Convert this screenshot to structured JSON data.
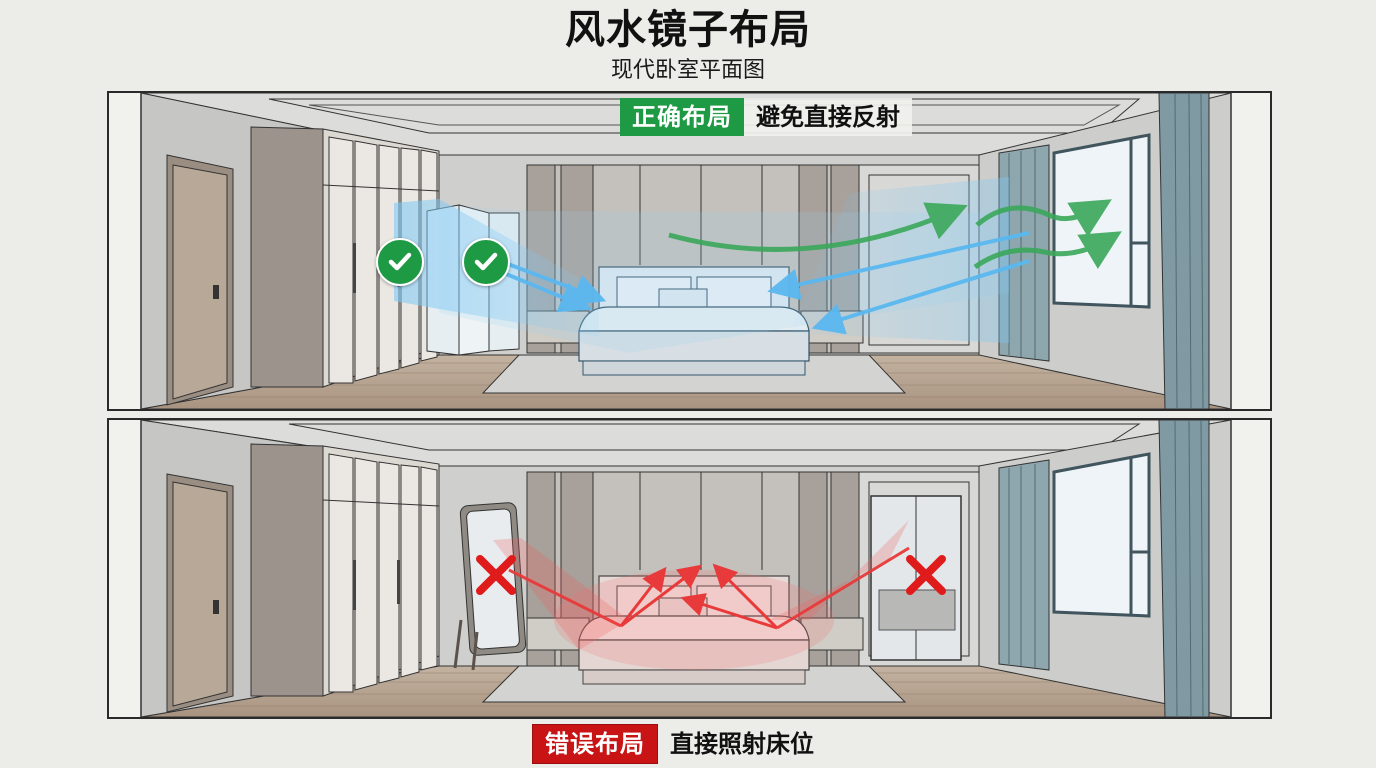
{
  "header": {
    "title": "风水镜子布局",
    "subtitle": "现代卧室平面图"
  },
  "panels": [
    {
      "id": "correct",
      "badge_label": "正确布局",
      "caption": "避免直接反射",
      "badge_color": "#1f9a44",
      "marks": [
        {
          "type": "check-icon",
          "note": "wardrobe mirror"
        },
        {
          "type": "check-icon",
          "note": "folding screen mirror"
        }
      ],
      "ray_color": "#5ab8f0",
      "flow_color": "#3aa85a"
    },
    {
      "id": "incorrect",
      "badge_label": "错误布局",
      "caption": "直接照射床位",
      "badge_color": "#c81414",
      "marks": [
        {
          "type": "cross-icon",
          "note": "standing floor mirror"
        },
        {
          "type": "cross-icon",
          "note": "wardrobe mirror door"
        }
      ],
      "ray_color": "#e83a3a"
    }
  ],
  "colors": {
    "background": "#ecece8",
    "wall": "#c9c9c7",
    "wood_panel": "#a8a09a",
    "floor": "#b29f8c",
    "curtain": "#7f9aa3"
  }
}
